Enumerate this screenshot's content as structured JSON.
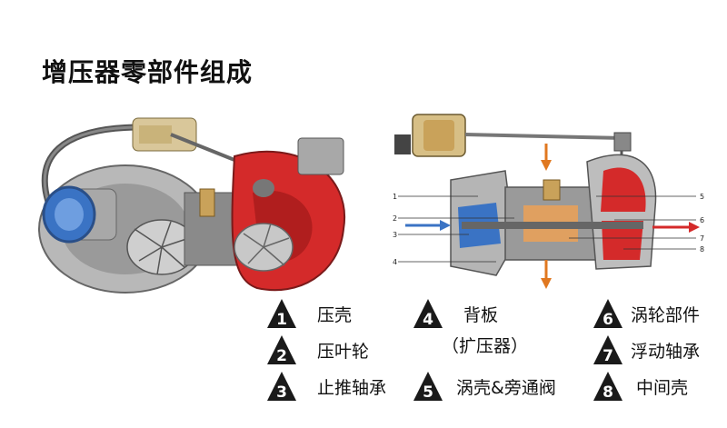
{
  "title": "增压器零部件组成",
  "diagram_numbers": [
    "1",
    "2",
    "3",
    "4",
    "5",
    "6",
    "7",
    "8"
  ],
  "legend": [
    {
      "num": "1",
      "label": "压壳"
    },
    {
      "num": "2",
      "label": "压叶轮"
    },
    {
      "num": "3",
      "label": "止推轴承"
    },
    {
      "num": "4",
      "label": "背板",
      "sub": "（扩压器）"
    },
    {
      "num": "5",
      "label": "涡壳&旁通阀"
    },
    {
      "num": "6",
      "label": "涡轮部件"
    },
    {
      "num": "7",
      "label": "浮动轴承"
    },
    {
      "num": "8",
      "label": "中间壳"
    }
  ],
  "colors": {
    "hot": "#d42a2a",
    "cold": "#3a73c4",
    "casing": "#9a9a9a",
    "brass": "#c9a25a",
    "marker": "#1a1a1a"
  }
}
